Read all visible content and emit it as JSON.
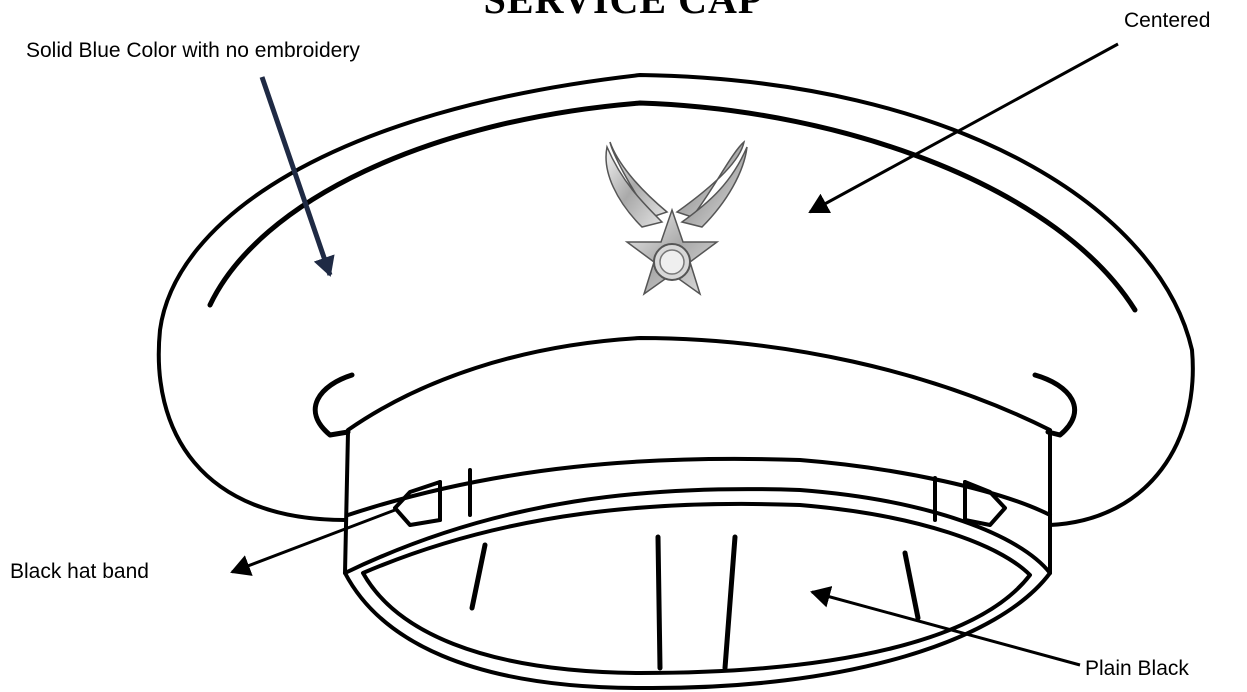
{
  "title": "SERVICE CAP",
  "labels": {
    "solid_blue": "Solid Blue Color with no embroidery",
    "centered": "Centered",
    "hat_band": "Black hat band",
    "plain_black": "Plain Black"
  },
  "colors": {
    "line": "#000000",
    "arrow_navy": "#1f2a44",
    "emblem_silver": "#b8b8b8"
  },
  "icons": {
    "emblem": "wings-and-star-emblem-icon"
  }
}
